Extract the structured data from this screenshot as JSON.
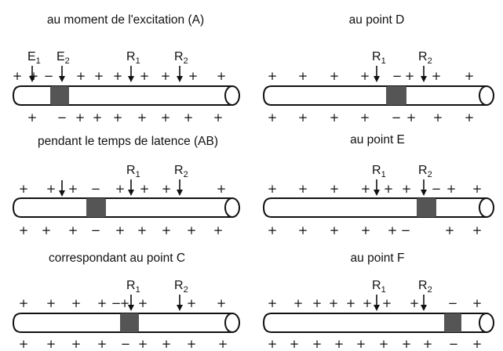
{
  "panels": [
    {
      "id": "panel-a",
      "title": "au moment de l'excitation (A)",
      "markers": [
        {
          "letter": "E",
          "index": "1",
          "name": "electrode-e1"
        },
        {
          "letter": "E",
          "index": "2",
          "name": "electrode-e2"
        },
        {
          "letter": "R",
          "index": "1",
          "name": "electrode-r1"
        },
        {
          "letter": "R",
          "index": "2",
          "name": "electrode-r2"
        }
      ],
      "top_signs": [
        "+",
        "+",
        "−",
        "+",
        "+",
        "+",
        "+",
        "+",
        "+",
        "+"
      ],
      "bottom_signs": [
        "+",
        "−",
        "+",
        "+",
        "+",
        "+",
        "+",
        "+",
        "+"
      ]
    },
    {
      "id": "panel-d",
      "title": "au point D",
      "markers": [
        {
          "letter": "R",
          "index": "1",
          "name": "electrode-r1"
        },
        {
          "letter": "R",
          "index": "2",
          "name": "electrode-r2"
        }
      ],
      "top_signs": [
        "+",
        "+",
        "+",
        "+",
        "−",
        "+",
        "+",
        "+"
      ],
      "bottom_signs": [
        "+",
        "+",
        "+",
        "+",
        "−",
        "+",
        "+",
        "+"
      ]
    },
    {
      "id": "panel-ab",
      "title": "pendant le temps de latence (AB)",
      "markers": [
        {
          "letter": "R",
          "index": "1",
          "name": "electrode-r1"
        },
        {
          "letter": "R",
          "index": "2",
          "name": "electrode-r2"
        }
      ],
      "top_signs": [
        "+",
        "+",
        "+",
        "−",
        "+",
        "+",
        "+",
        "+"
      ],
      "bottom_signs": [
        "+",
        "+",
        "+",
        "−",
        "+",
        "+",
        "+",
        "+",
        "+"
      ]
    },
    {
      "id": "panel-e",
      "title": "au point E",
      "markers": [
        {
          "letter": "R",
          "index": "1",
          "name": "electrode-r1"
        },
        {
          "letter": "R",
          "index": "2",
          "name": "electrode-r2"
        }
      ],
      "top_signs": [
        "+",
        "+",
        "+",
        "+",
        "+",
        "+",
        "−",
        "+",
        "+"
      ],
      "bottom_signs": [
        "+",
        "+",
        "+",
        "+",
        "+",
        "−",
        "+",
        "+"
      ]
    },
    {
      "id": "panel-c",
      "title": "correspondant au point C",
      "markers": [
        {
          "letter": "R",
          "index": "1",
          "name": "electrode-r1"
        },
        {
          "letter": "R",
          "index": "2",
          "name": "electrode-r2"
        }
      ],
      "top_signs": [
        "+",
        "+",
        "+",
        "+",
        "−",
        "+",
        "+",
        "+",
        "+"
      ],
      "bottom_signs": [
        "+",
        "+",
        "+",
        "+",
        "−",
        "+",
        "+",
        "+",
        "+"
      ]
    },
    {
      "id": "panel-f",
      "title": "au point F",
      "markers": [
        {
          "letter": "R",
          "index": "1",
          "name": "electrode-r1"
        },
        {
          "letter": "R",
          "index": "2",
          "name": "electrode-r2"
        }
      ],
      "top_signs": [
        "+",
        "+",
        "+",
        "+",
        "+",
        "+",
        "+",
        "+",
        "−",
        "+"
      ],
      "bottom_signs": [
        "+",
        "+",
        "+",
        "+",
        "+",
        "+",
        "+",
        "+",
        "−",
        "+"
      ]
    }
  ],
  "colors": {
    "ink": "#111111",
    "depolarized_zone": "#555555",
    "axon_fill": "#ffffff"
  }
}
